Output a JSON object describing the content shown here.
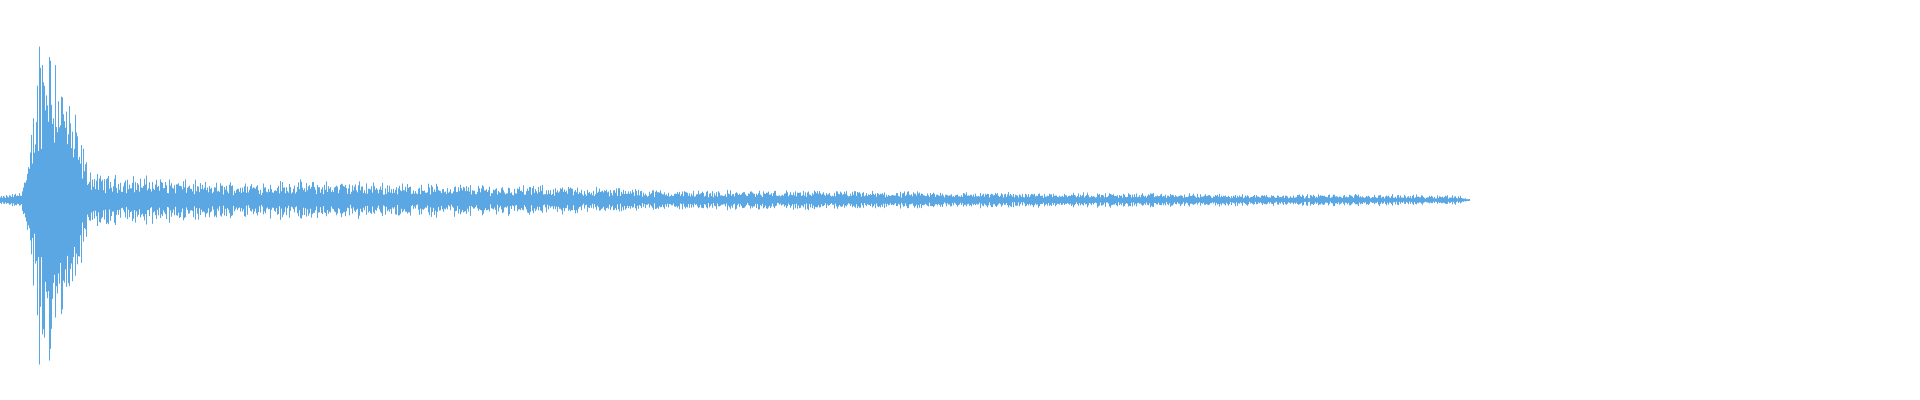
{
  "waveform": {
    "color": "#5aa7e4",
    "background": "#ffffff",
    "duration_fraction_drawn": 0.765,
    "envelope": [
      {
        "t": 0.0,
        "amp": 0.02
      },
      {
        "t": 0.01,
        "amp": 0.04
      },
      {
        "t": 0.015,
        "amp": 0.2
      },
      {
        "t": 0.02,
        "amp": 0.85
      },
      {
        "t": 0.025,
        "amp": 1.0
      },
      {
        "t": 0.03,
        "amp": 0.8
      },
      {
        "t": 0.035,
        "amp": 0.55
      },
      {
        "t": 0.04,
        "amp": 0.4
      },
      {
        "t": 0.045,
        "amp": 0.2
      },
      {
        "t": 0.05,
        "amp": 0.13
      },
      {
        "t": 0.08,
        "amp": 0.12
      },
      {
        "t": 0.11,
        "amp": 0.09
      },
      {
        "t": 0.15,
        "amp": 0.1
      },
      {
        "t": 0.2,
        "amp": 0.09
      },
      {
        "t": 0.25,
        "amp": 0.08
      },
      {
        "t": 0.3,
        "amp": 0.07
      },
      {
        "t": 0.35,
        "amp": 0.05
      },
      {
        "t": 0.4,
        "amp": 0.05
      },
      {
        "t": 0.45,
        "amp": 0.045
      },
      {
        "t": 0.5,
        "amp": 0.04
      },
      {
        "t": 0.55,
        "amp": 0.04
      },
      {
        "t": 0.6,
        "amp": 0.035
      },
      {
        "t": 0.65,
        "amp": 0.03
      },
      {
        "t": 0.7,
        "amp": 0.03
      },
      {
        "t": 0.76,
        "amp": 0.025
      },
      {
        "t": 0.765,
        "amp": 0.0
      }
    ]
  }
}
